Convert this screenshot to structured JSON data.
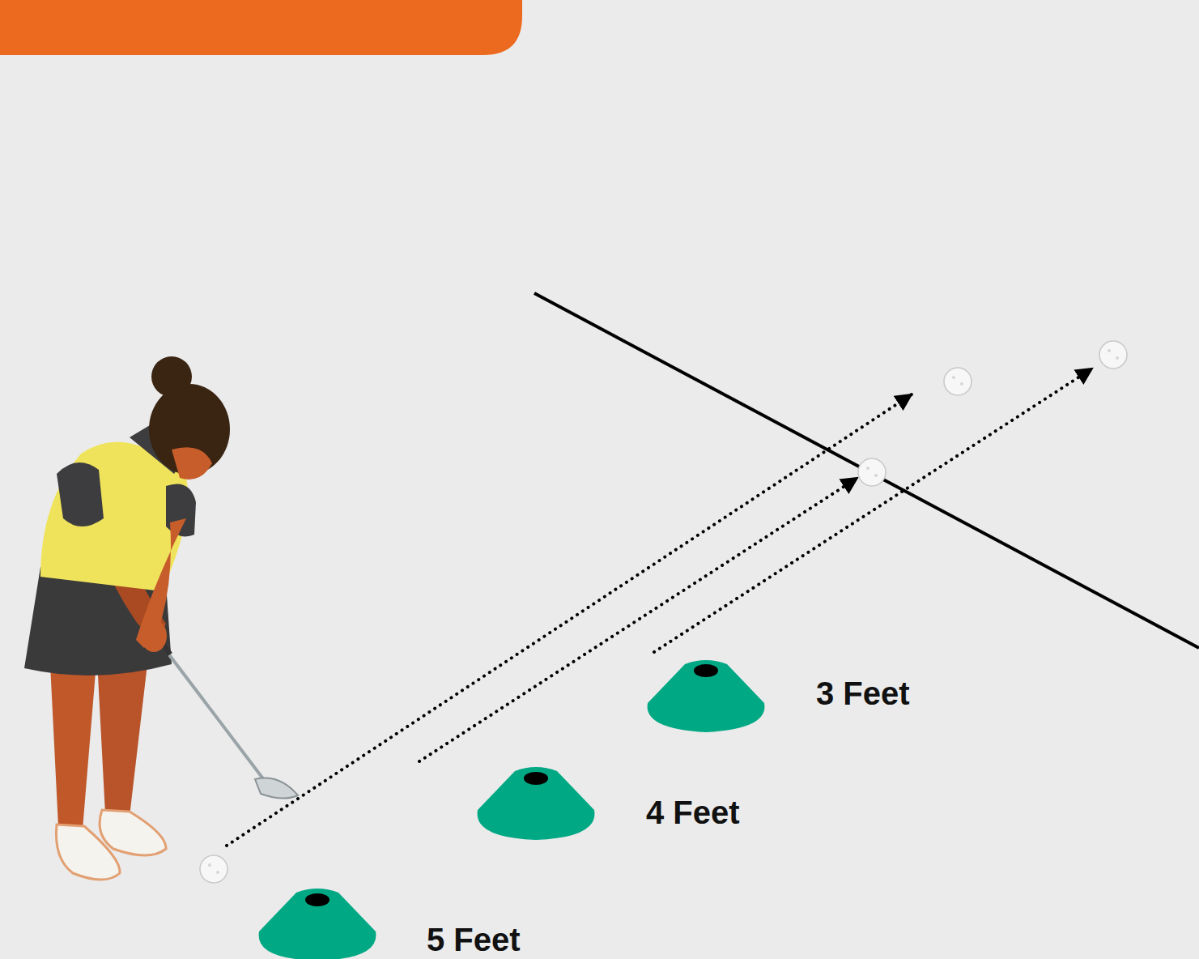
{
  "diagram": {
    "labels": [
      "3 Feet",
      "4 Feet",
      "5 Feet"
    ]
  }
}
